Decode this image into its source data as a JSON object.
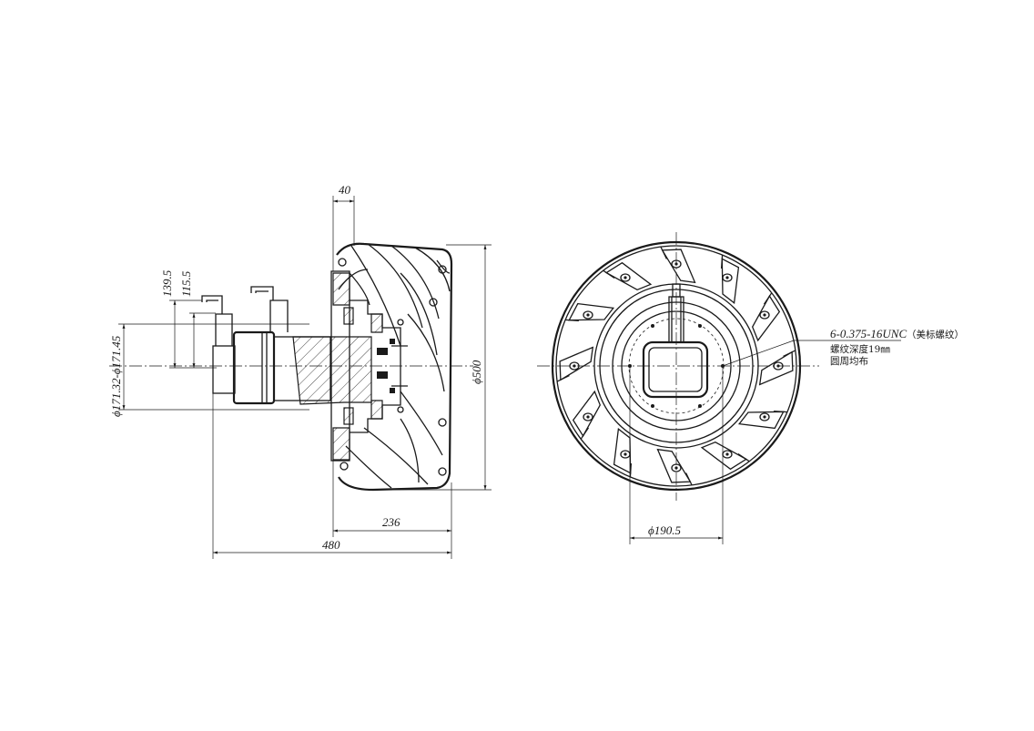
{
  "dimensions": {
    "flange_width": "40",
    "height_1": "139.5",
    "height_2": "115.5",
    "shaft_diameter": "ϕ171.32-ϕ171.45",
    "wheel_diameter": "ϕ500",
    "wheel_width": "236",
    "overall_length": "480",
    "bolt_circle_diameter": "ϕ190.5"
  },
  "thread_note": {
    "spec": "6-0.375-16UNC",
    "spec_suffix": "（美标螺纹）",
    "depth": "螺纹深度19㎜",
    "distribution": "圆周均布"
  }
}
